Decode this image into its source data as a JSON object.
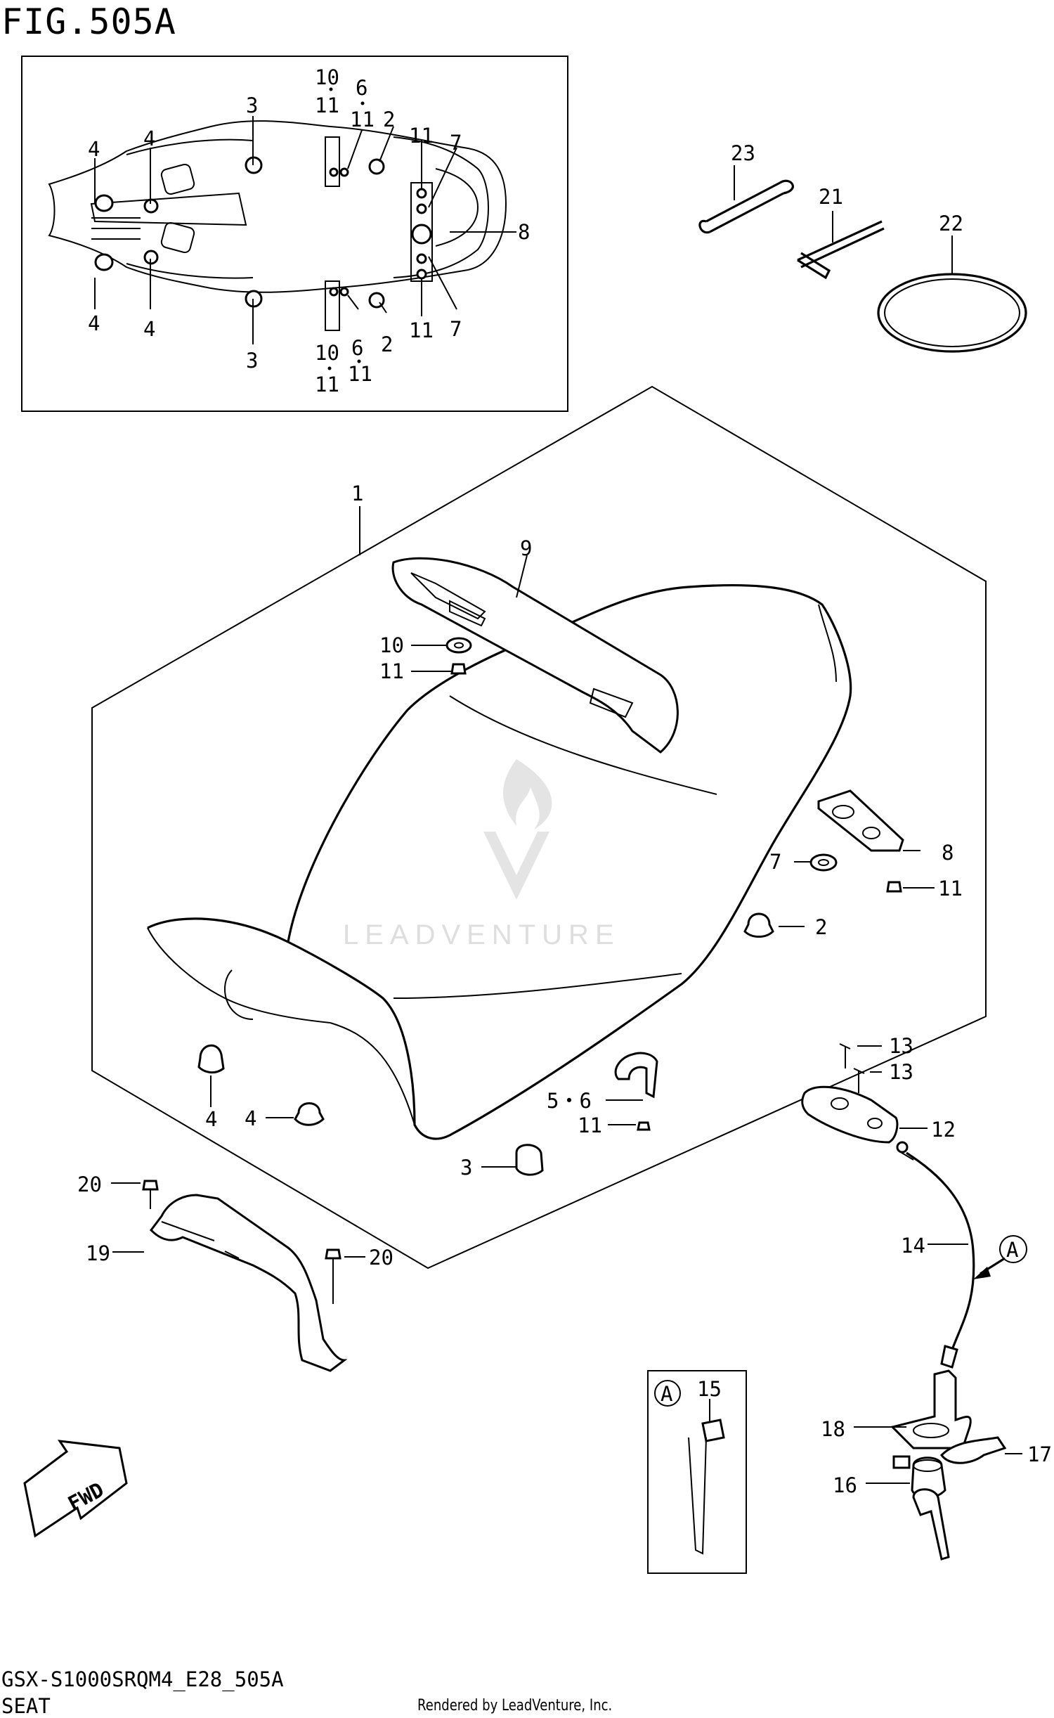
{
  "figure": {
    "title": "FIG.505A",
    "code": "GSX-S1000SRQM4_E28_505A",
    "name": "SEAT",
    "credit": "Rendered by LeadVenture, Inc.",
    "watermark": "LEADVENTURE"
  },
  "detail_view_labels": {
    "top": [
      "10",
      "11",
      "6",
      "11",
      "2",
      "11",
      "7",
      "3",
      "4",
      "4"
    ],
    "right": [
      "8"
    ],
    "bottom": [
      "4",
      "4",
      "3",
      "10",
      "11",
      "6",
      "11",
      "2",
      "11",
      "7"
    ]
  },
  "accessory_labels": [
    "23",
    "21",
    "22"
  ],
  "main_labels": {
    "seat_assembly": "1",
    "grab_handle": "9",
    "washer": "10",
    "nut_handle": "11",
    "bracket_plate": "8",
    "damper_plate": "7",
    "nut_plate": "11",
    "cushion_rubber": "2",
    "cushion_front_a": "4",
    "cushion_front_b": "4",
    "hook": "5・6",
    "nut_hook": "11",
    "cushion_rear": "3",
    "screw_a": "13",
    "screw_b": "13",
    "lock_base": "12",
    "cable": "14",
    "view_marker": "A",
    "bracket_lower": "19",
    "bolt_a": "20",
    "bolt_b": "20",
    "inset_marker": "A",
    "band": "15",
    "lock_bracket": "18",
    "lock_lever": "17",
    "lock_set": "16",
    "fwd": "FWD"
  }
}
